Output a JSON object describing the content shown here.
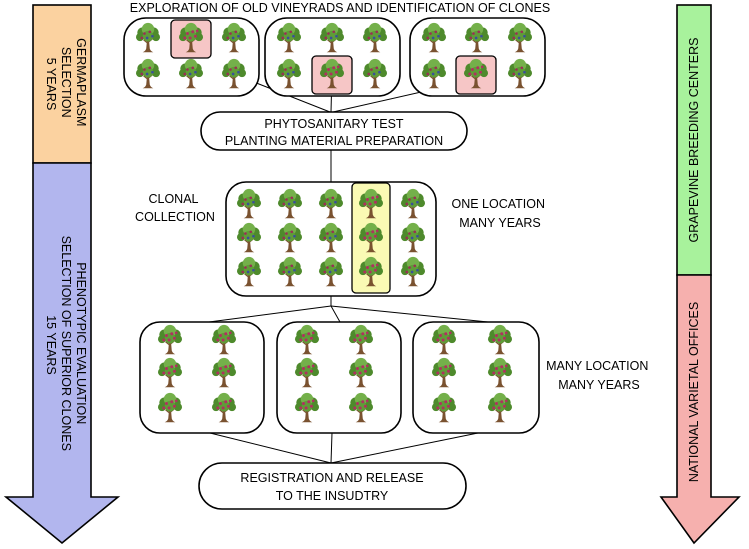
{
  "title": "EXPLORATION OF OLD VINEYRADS AND IDENTIFICATION OF CLONES",
  "stages": {
    "phytosanitary": {
      "line1": "PHYTOSANITARY TEST",
      "line2": "PLANTING MATERIAL PREPARATION"
    },
    "clonal_collection": {
      "line1": "CLONAL",
      "line2": "COLLECTION"
    },
    "one_location": {
      "line1": "ONE LOCATION",
      "line2": "MANY YEARS"
    },
    "many_location": {
      "line1": "MANY LOCATION",
      "line2": "MANY YEARS"
    },
    "registration": {
      "line1": "REGISTRATION AND RELEASE",
      "line2": "TO THE INSUDTRY"
    }
  },
  "left_arrow": {
    "germplasm": {
      "line1": "GERMAPLASM",
      "line2": "SELECTION",
      "line3": "5 YEARS"
    },
    "phenotypic": {
      "line1": "PHENOTYPIC EVALUATION",
      "line2": "SELECTION OF SUPERIOR CLONES",
      "line3": "15 YEARS"
    }
  },
  "right_arrow": {
    "breeding": "GRAPEVINE BREEDING CENTERS",
    "offices": "NATIONAL  VARIETAL OFFICES"
  },
  "colors": {
    "orange": "#fbd2a0",
    "blue": "#b2b6ee",
    "green": "#a8f29c",
    "pink": "#f6b0ae",
    "highlight_pink": "#f6c6c6",
    "highlight_yellow": "#fafab4",
    "foliage": "#4e8a2c",
    "foliage_light": "#74b04a",
    "trunk": "#7a5230",
    "grape_red": "#9a2f55",
    "grape_blue": "#3a4f9a"
  }
}
